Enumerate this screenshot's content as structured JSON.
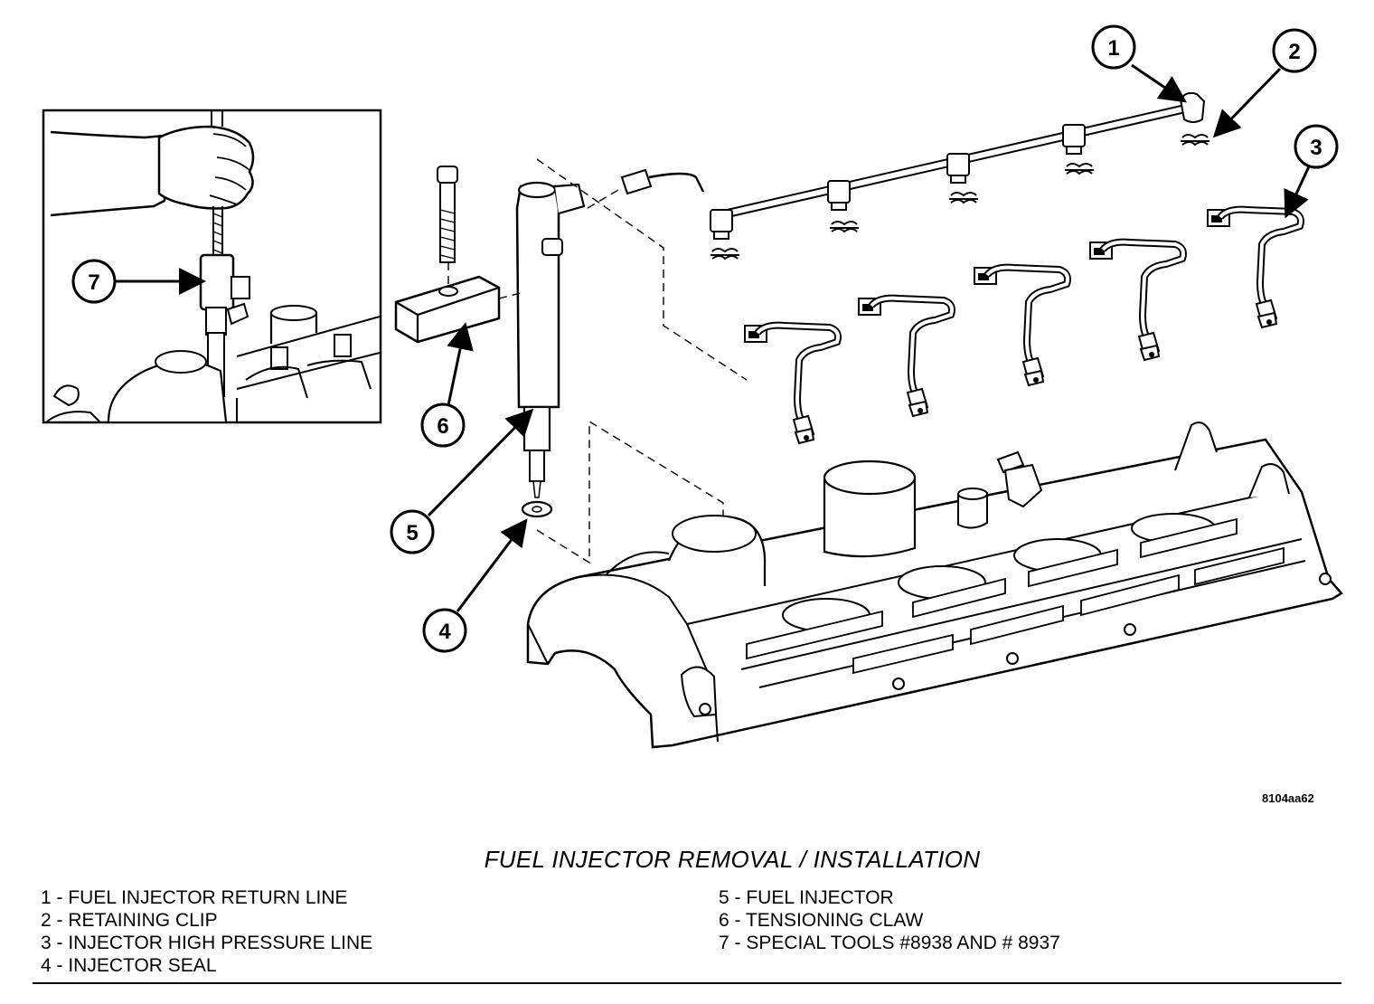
{
  "figure": {
    "id": "8104aa62",
    "title": "FUEL INJECTOR REMOVAL / INSTALLATION"
  },
  "callouts": [
    "1",
    "2",
    "3",
    "4",
    "5",
    "6",
    "7"
  ],
  "legend": {
    "left": [
      "1 - FUEL INJECTOR RETURN LINE",
      "2 - RETAINING CLIP",
      "3 - INJECTOR HIGH PRESSURE LINE",
      "4 - INJECTOR SEAL"
    ],
    "right": [
      "5 - FUEL INJECTOR",
      "6 - TENSIONING CLAW",
      "7 - SPECIAL TOOLS #8938 AND # 8937"
    ]
  }
}
